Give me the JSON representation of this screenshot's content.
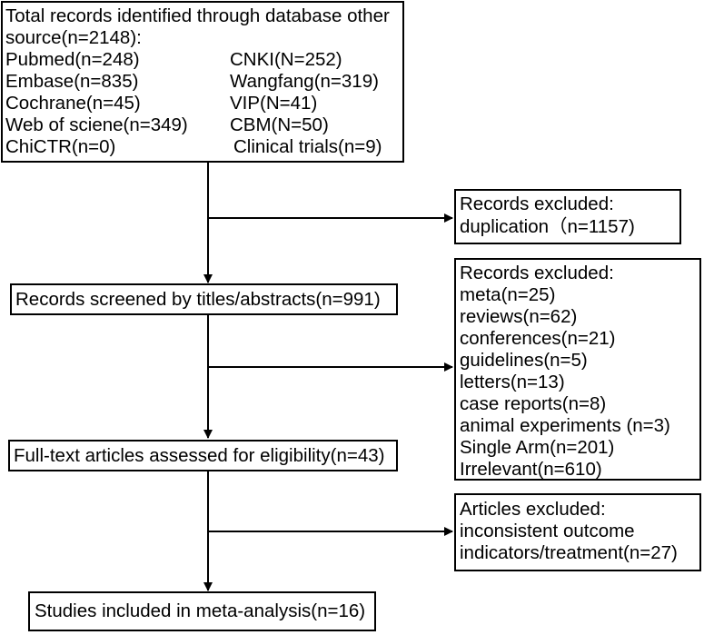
{
  "identification": {
    "title_line1": "Total records identified through database other",
    "title_line2": "source(n=2148):",
    "sources": [
      {
        "left": "Pubmed(n=248)",
        "right": "CNKI(N=252)"
      },
      {
        "left": "Embase(n=835)",
        "right": "Wangfang(n=319)"
      },
      {
        "left": "Cochrane(n=45)",
        "right": "VIP(N=41)"
      },
      {
        "left": "Web of sciene(n=349)",
        "right": "CBM(N=50)"
      },
      {
        "left": "ChiCTR(n=0)",
        "right": "Clinical trials(n=9)"
      }
    ]
  },
  "excluded_duplicates": {
    "heading": "Records excluded:",
    "line1": "duplication（n=1157)"
  },
  "screened": {
    "label": "Records screened by titles/abstracts(n=991)"
  },
  "excluded_screening": {
    "heading": "Records excluded:",
    "items": [
      "meta(n=25)",
      "reviews(n=62)",
      "conferences(n=21)",
      "guidelines(n=5)",
      "letters(n=13)",
      "case reports(n=8)",
      "animal experiments (n=3)",
      "Single Arm(n=201)",
      "Irrelevant(n=610)"
    ]
  },
  "fulltext": {
    "label": "Full-text articles assessed for eligibility(n=43)"
  },
  "excluded_fulltext": {
    "heading": "Articles excluded:",
    "line1": "inconsistent outcome",
    "line2": "indicators/treatment(n=27)"
  },
  "included": {
    "label": "Studies included in meta-analysis(n=16)"
  }
}
